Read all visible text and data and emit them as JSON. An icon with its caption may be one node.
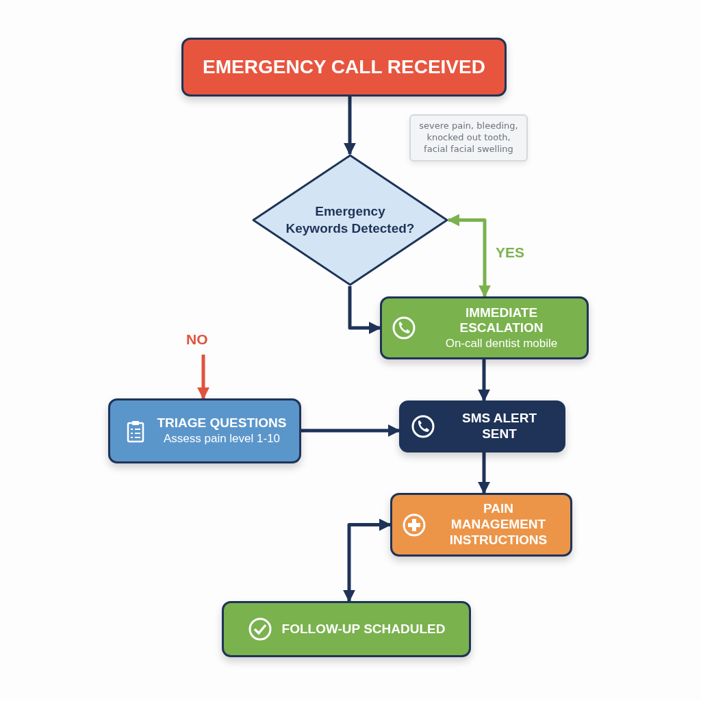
{
  "diagram": {
    "nodes": [
      {
        "text": [
          "EMERGENCY CALL RECEIVED"
        ]
      },
      {
        "text": [
          "severe pain, bleeding, knocked out tooth, facial facial swelling"
        ]
      },
      {
        "text": [
          "Emergency Keywords Detected?"
        ]
      },
      {
        "text": [
          "IMMEDIATE ESCALATION",
          "On-call dentist mobile"
        ]
      },
      {
        "text": [
          "TRIAGE QUESTIONS",
          "Assess pain level 1-10"
        ]
      },
      {
        "text": [
          "SMS ALERT SENT"
        ]
      },
      {
        "text": [
          "PAIN MANAGEMENT INSTRUCTIONS"
        ]
      },
      {
        "text": [
          "FOLLOW-UP SCHADULED"
        ]
      }
    ],
    "edges": [
      {
        "from": 0,
        "to": 2,
        "arrow": "to"
      },
      {
        "from": 2,
        "to": 3,
        "arrow": "to"
      },
      {
        "from": 2,
        "to": 3,
        "arrow": "both",
        "label": "YES",
        "color": "#7ab24e"
      },
      {
        "from": null,
        "to": 4,
        "arrow": "to",
        "label": "NO",
        "color": "#e0533d"
      },
      {
        "from": 3,
        "to": 5,
        "arrow": "to"
      },
      {
        "from": 4,
        "to": 5,
        "arrow": "to"
      },
      {
        "from": 5,
        "to": 6,
        "arrow": "to"
      },
      {
        "from": 6,
        "to": 7,
        "arrow": "both"
      }
    ]
  }
}
